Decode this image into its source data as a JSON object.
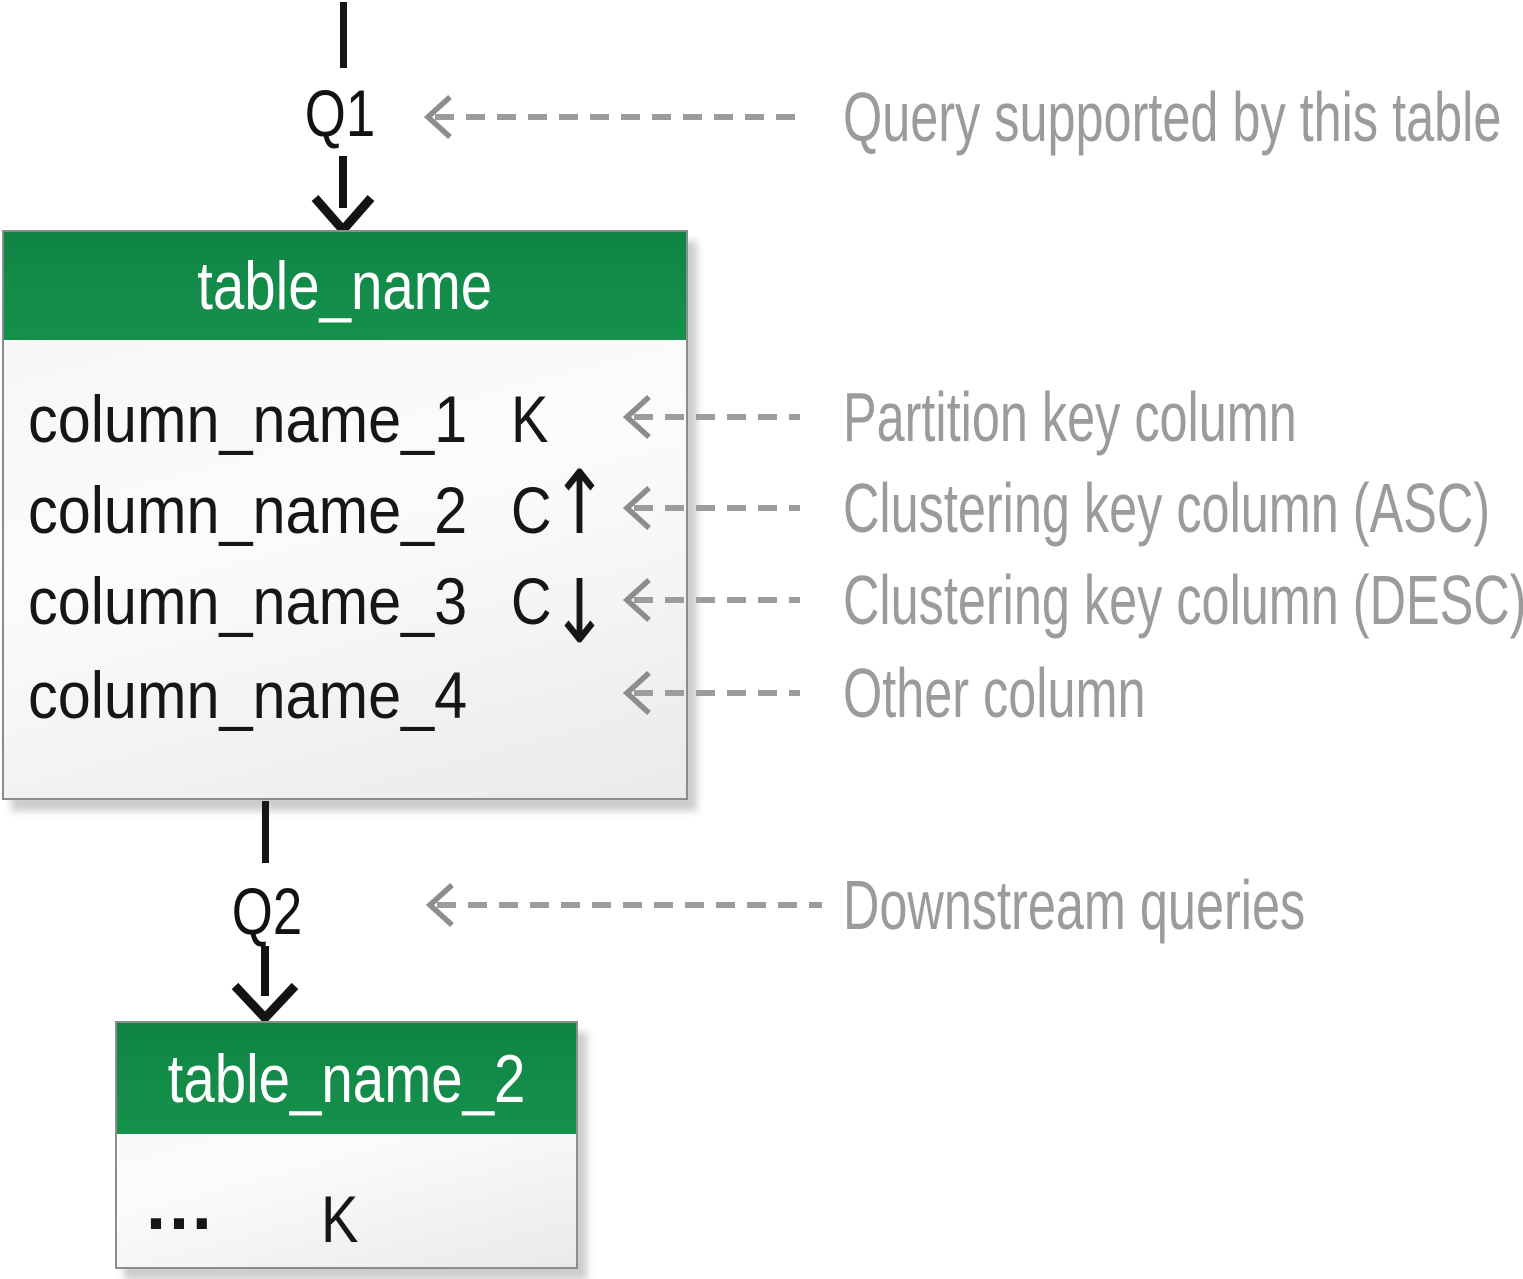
{
  "diagram": {
    "queries": [
      {
        "id": "q1",
        "label": "Q1"
      },
      {
        "id": "q2",
        "label": "Q2"
      }
    ],
    "tables": [
      {
        "name": "table_name",
        "columns": [
          {
            "name": "column_name_1",
            "key": "K",
            "sort": ""
          },
          {
            "name": "column_name_2",
            "key": "C",
            "sort": "↑"
          },
          {
            "name": "column_name_3",
            "key": "C",
            "sort": "↓"
          },
          {
            "name": "column_name_4",
            "key": "",
            "sort": ""
          }
        ]
      },
      {
        "name": "table_name_2",
        "columns": [
          {
            "name": "…",
            "key": "K",
            "sort": ""
          }
        ]
      }
    ],
    "annotations": [
      {
        "text": "Query supported by this table"
      },
      {
        "text": "Partition key column"
      },
      {
        "text": "Clustering key column (ASC)"
      },
      {
        "text": "Clustering key column (DESC)"
      },
      {
        "text": "Other column"
      },
      {
        "text": "Downstream queries"
      }
    ],
    "colors": {
      "header_green": "#128a48",
      "annotation_gray": "#9b9b9b",
      "arrow_black": "#131313",
      "table_border": "#8c8c8c"
    }
  }
}
